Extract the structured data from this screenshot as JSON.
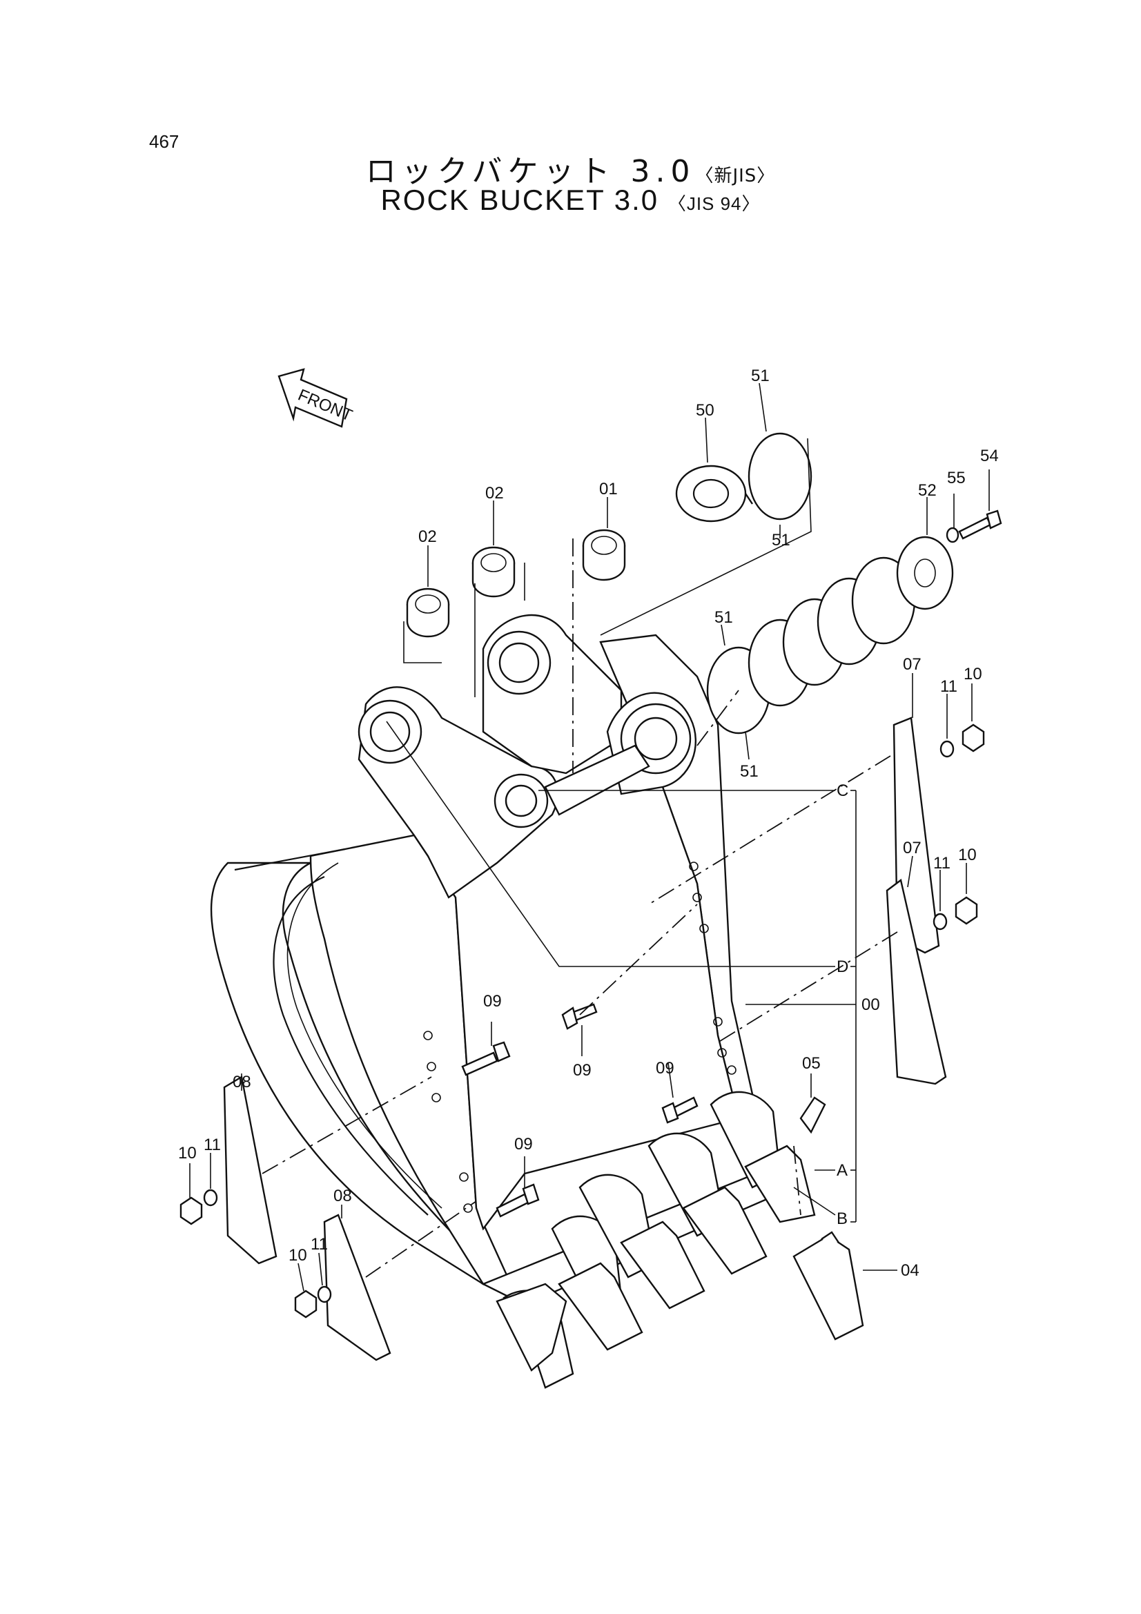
{
  "page": {
    "number": "467"
  },
  "title": {
    "jp_main": "ロックバケット 3.0",
    "jp_note": "〈新JIS〉",
    "en_main": "ROCK BUCKET 3.0",
    "en_note": "〈JIS 94〉"
  },
  "direction_arrow": {
    "label": "FRONT",
    "icon": "front-arrow-icon"
  },
  "callouts": [
    {
      "id": "51",
      "part": "shim"
    },
    {
      "id": "50",
      "part": "collar"
    },
    {
      "id": "51",
      "part": "shim"
    },
    {
      "id": "02",
      "part": "bushing"
    },
    {
      "id": "02",
      "part": "bushing"
    },
    {
      "id": "01",
      "part": "bushing"
    },
    {
      "id": "55",
      "part": "washer"
    },
    {
      "id": "54",
      "part": "bolt"
    },
    {
      "id": "52",
      "part": "plate"
    },
    {
      "id": "51",
      "part": "shim"
    },
    {
      "id": "51",
      "part": "shim"
    },
    {
      "id": "07",
      "part": "side-cutter"
    },
    {
      "id": "11",
      "part": "washer"
    },
    {
      "id": "10",
      "part": "nut"
    },
    {
      "id": "07",
      "part": "side-cutter"
    },
    {
      "id": "11",
      "part": "washer"
    },
    {
      "id": "10",
      "part": "nut"
    },
    {
      "id": "C",
      "part": "bracket-group"
    },
    {
      "id": "D",
      "part": "bracket-group"
    },
    {
      "id": "00",
      "part": "bucket-assembly"
    },
    {
      "id": "09",
      "part": "bolt"
    },
    {
      "id": "09",
      "part": "bolt"
    },
    {
      "id": "09",
      "part": "bolt"
    },
    {
      "id": "09",
      "part": "bolt"
    },
    {
      "id": "05",
      "part": "pin"
    },
    {
      "id": "A",
      "part": "bracket-group"
    },
    {
      "id": "B",
      "part": "bracket-group"
    },
    {
      "id": "04",
      "part": "tooth"
    },
    {
      "id": "08",
      "part": "side-cutter"
    },
    {
      "id": "10",
      "part": "nut"
    },
    {
      "id": "11",
      "part": "washer"
    },
    {
      "id": "08",
      "part": "side-cutter"
    },
    {
      "id": "10",
      "part": "nut"
    },
    {
      "id": "11",
      "part": "washer"
    }
  ]
}
